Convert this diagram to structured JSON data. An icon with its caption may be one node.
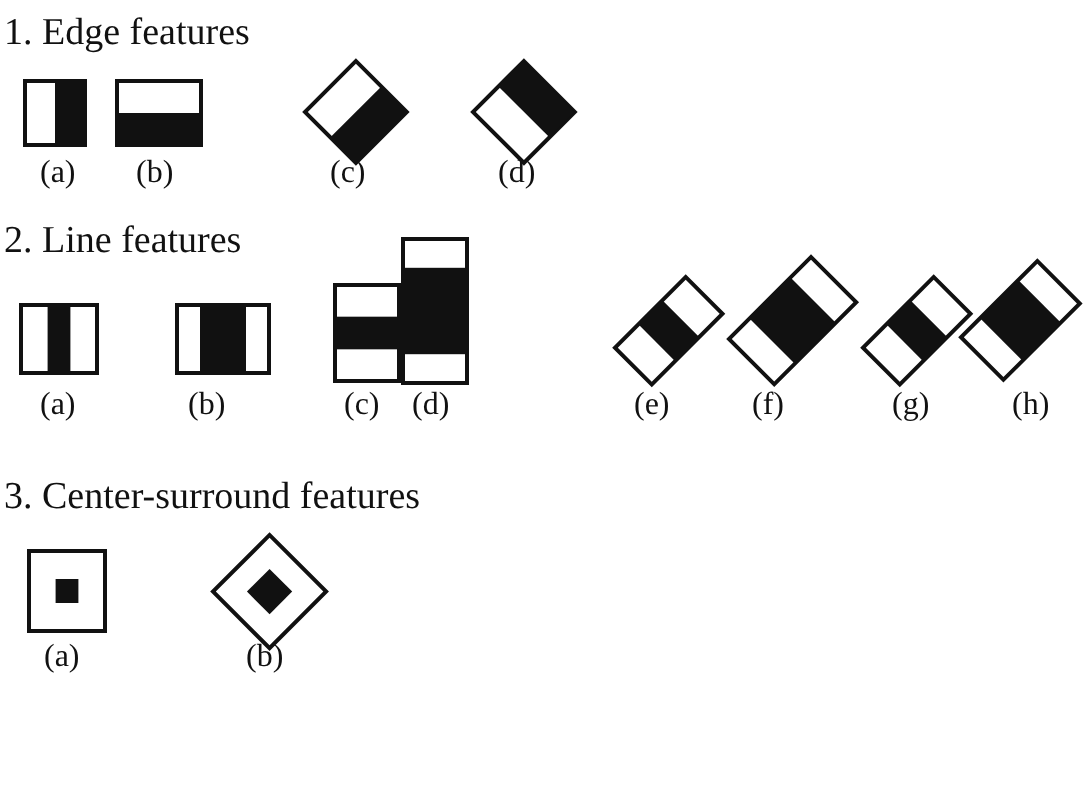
{
  "diagram": {
    "labels": [
      "1. Edge features",
      "(a)",
      "(b)",
      "(c)",
      "(d)",
      "2. Line features",
      "(a)",
      "(b)",
      "(c)",
      "(d)",
      "(e)",
      "(f)",
      "(g)",
      "(h)",
      "3. Center-surround features",
      "(a)",
      "(b)"
    ]
  }
}
